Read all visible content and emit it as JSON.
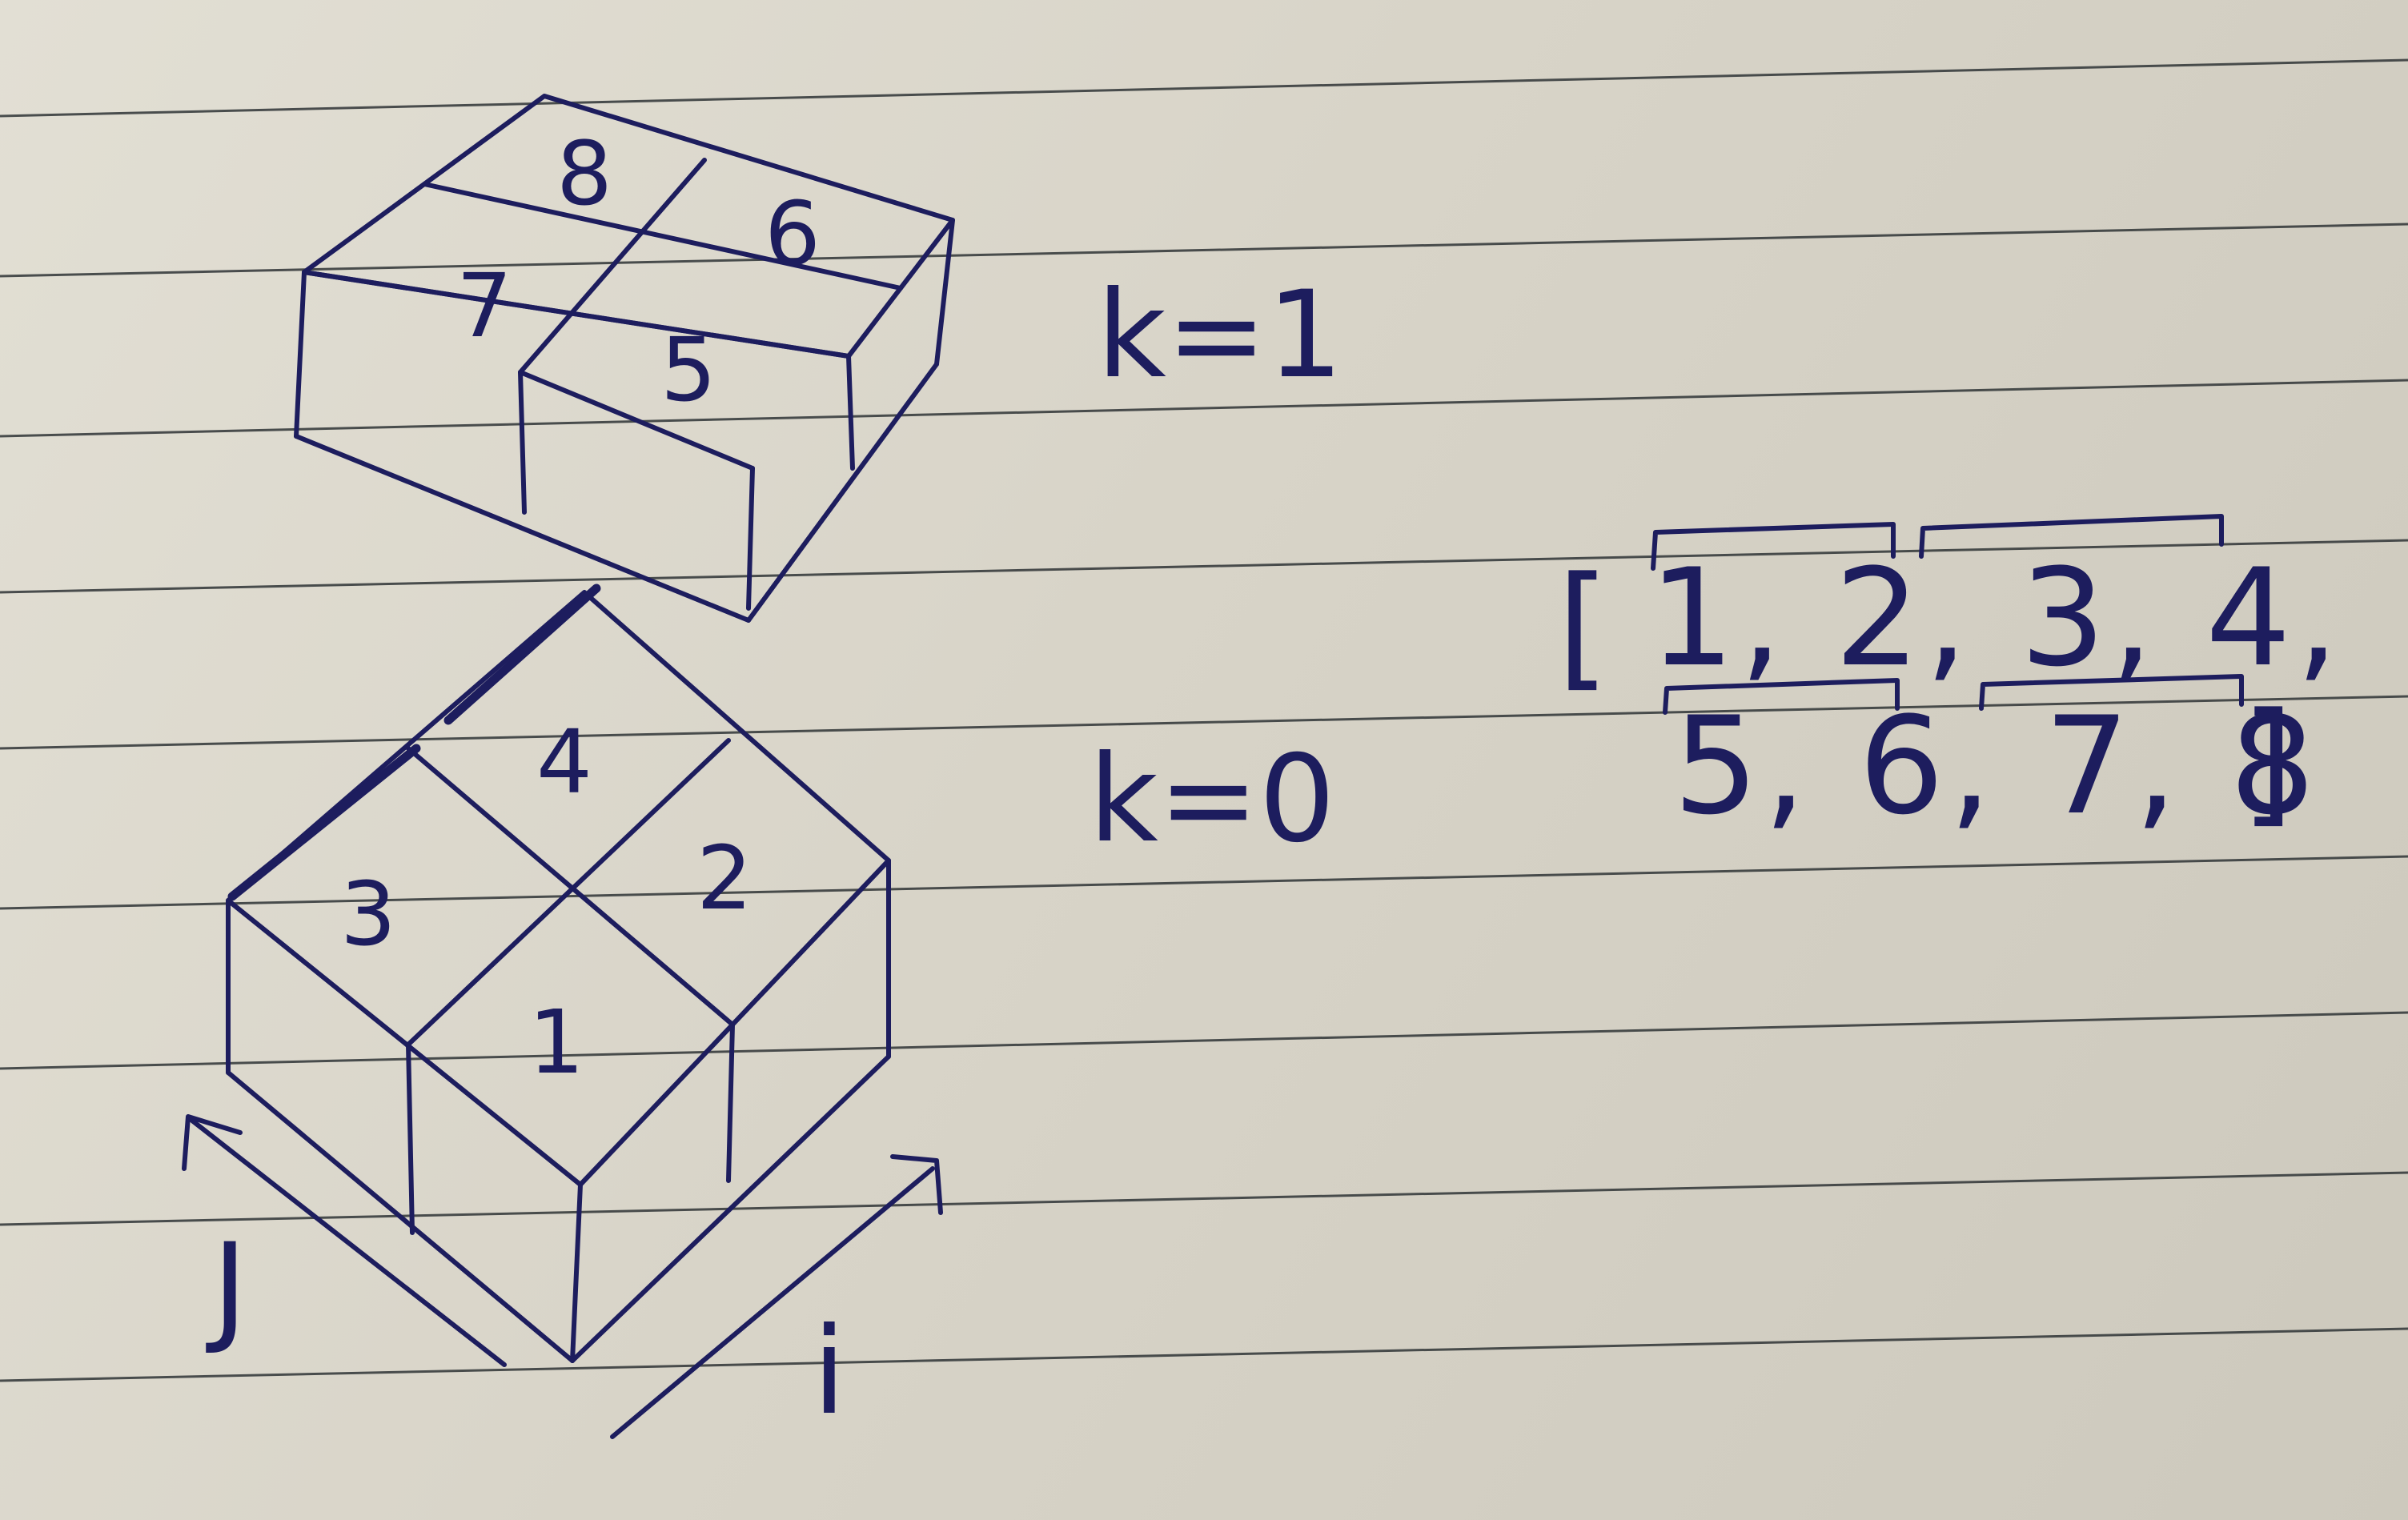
{
  "sketch": {
    "top_block": {
      "label": "k=1",
      "cells": [
        "8",
        "6",
        "7",
        "5"
      ]
    },
    "bottom_block": {
      "label": "k=0",
      "cells": [
        "4",
        "3",
        "2",
        "1"
      ]
    },
    "axes": {
      "j_label": "J",
      "i_label": "i"
    },
    "flattened": {
      "open_bracket": "[",
      "row1": "1, 2, 3, 4,",
      "row2": "5, 6, 7, 8",
      "close_bracket": "]"
    }
  },
  "colors": {
    "paper": "#d9d5c9",
    "ink": "#1d1d5e",
    "rule_lines": "#2f3436"
  }
}
